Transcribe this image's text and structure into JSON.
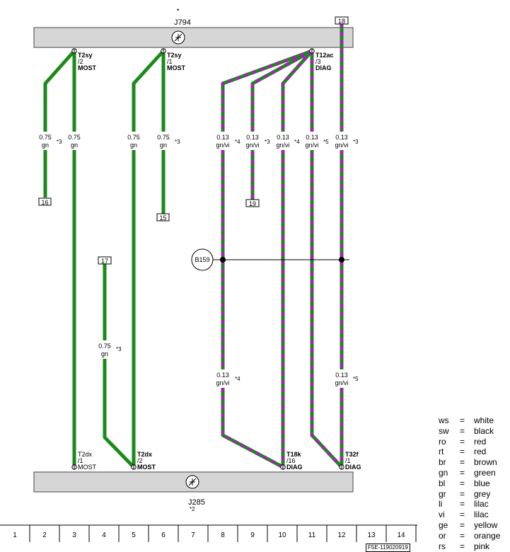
{
  "components": {
    "top": {
      "name": "J794"
    },
    "bottom": {
      "name": "J285",
      "note": "*2"
    },
    "splice": {
      "name": "B159"
    }
  },
  "connectors": {
    "t2sy_2": [
      "T2sy",
      "/2",
      "MOST"
    ],
    "t2sy_1": [
      "T2sy",
      "/1",
      "MOST"
    ],
    "t12ac_3": [
      "T12ac",
      "/3",
      "DIAG"
    ],
    "t2dx_1": [
      "T2dx",
      "/1",
      "MOST"
    ],
    "t2dx_2": [
      "T2dx",
      "/2",
      "MOST"
    ],
    "t18k_16": [
      "T18k",
      "/16",
      "DIAG"
    ],
    "t32f_1": [
      "T32f",
      "/1",
      "DIAG"
    ]
  },
  "wires": [
    {
      "size": "0.75",
      "color": "gn",
      "note": "*3"
    },
    {
      "size": "0.75",
      "color": "gn",
      "note": ""
    },
    {
      "size": "0.75",
      "color": "gn",
      "note": ""
    },
    {
      "size": "0.75",
      "color": "gn",
      "note": "*3"
    },
    {
      "size": "0.13",
      "color": "gn/vi",
      "note": "*4"
    },
    {
      "size": "0.13",
      "color": "gn/vi",
      "note": "*3"
    },
    {
      "size": "0.13",
      "color": "gn/vi",
      "note": "*4"
    },
    {
      "size": "0.13",
      "color": "gn/vi",
      "note": "*5"
    },
    {
      "size": "0.13",
      "color": "gn/vi",
      "note": "*3"
    },
    {
      "size": "0.75",
      "color": "gn",
      "note": "*3"
    },
    {
      "size": "0.13",
      "color": "gn/vi",
      "note": "*4"
    },
    {
      "size": "0.13",
      "color": "gn/vi",
      "note": "*5"
    }
  ],
  "references": [
    "16",
    "15",
    "19",
    "17",
    "18"
  ],
  "top_dot": "•",
  "column_numbers": [
    "1",
    "2",
    "3",
    "4",
    "5",
    "6",
    "7",
    "8",
    "9",
    "10",
    "11",
    "12",
    "13",
    "14"
  ],
  "legend": [
    {
      "code": "ws",
      "eq": "=",
      "name": "white"
    },
    {
      "code": "sw",
      "eq": "=",
      "name": "black"
    },
    {
      "code": "ro",
      "eq": "=",
      "name": "red"
    },
    {
      "code": "rt",
      "eq": "=",
      "name": "red"
    },
    {
      "code": "br",
      "eq": "=",
      "name": "brown"
    },
    {
      "code": "gn",
      "eq": "=",
      "name": "green"
    },
    {
      "code": "bl",
      "eq": "=",
      "name": "blue"
    },
    {
      "code": "gr",
      "eq": "=",
      "name": "grey"
    },
    {
      "code": "li",
      "eq": "=",
      "name": "lilac"
    },
    {
      "code": "vi",
      "eq": "=",
      "name": "lilac"
    },
    {
      "code": "ge",
      "eq": "=",
      "name": "yellow"
    },
    {
      "code": "or",
      "eq": "=",
      "name": "orange"
    },
    {
      "code": "rs",
      "eq": "=",
      "name": "pink"
    }
  ],
  "footer_code": "F5E-119020919",
  "colors": {
    "green": "#1a8a1a",
    "violet": "#9a2aa6",
    "component_fill": "#d6d6d6"
  }
}
